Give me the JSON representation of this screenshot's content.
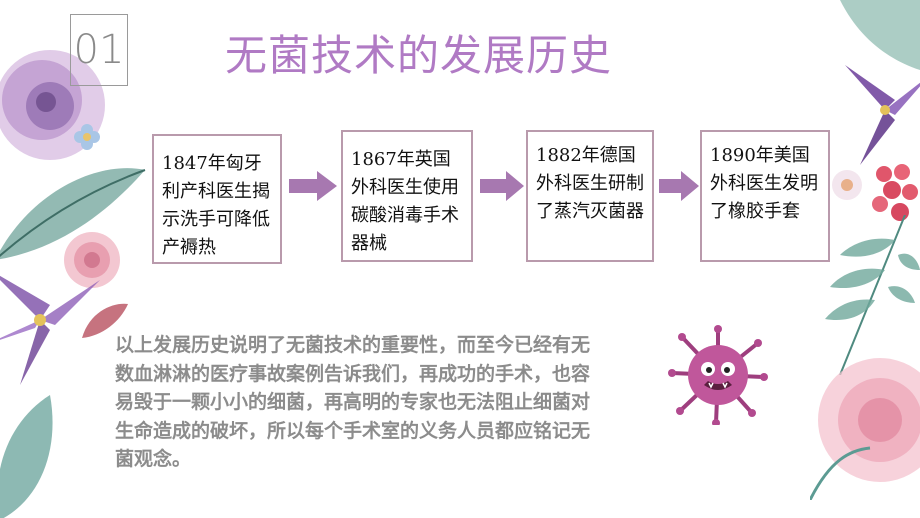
{
  "slide": {
    "number": "01",
    "title": "无菌技术的发展历史",
    "colors": {
      "title": "#b07ac4",
      "box_border": "#b99aac",
      "arrow": "#a778b0",
      "summary_text": "#8c8c8c"
    },
    "timeline": [
      {
        "text": "1847年匈牙利产科医生揭示洗手可降低产褥热"
      },
      {
        "text": "1867年英国外科医生使用碳酸消毒手术器械"
      },
      {
        "text": "1882年德国外科医生研制了蒸汽灭菌器"
      },
      {
        "text": "1890年美国外科医生发明了橡胶手套"
      }
    ],
    "summary": "以上发展历史说明了无菌技术的重要性，而至今已经有无数血淋淋的医疗事故案例告诉我们，再成功的手术，也容易毁于一颗小小的细菌，再高明的专家也无法阻止细菌对生命造成的破坏，所以每个手术室的义务人员都应铭记无菌观念。",
    "icons": [
      "watercolor-flower-decoration",
      "leaf-decoration",
      "arrow-right-icon",
      "germ-icon"
    ]
  }
}
